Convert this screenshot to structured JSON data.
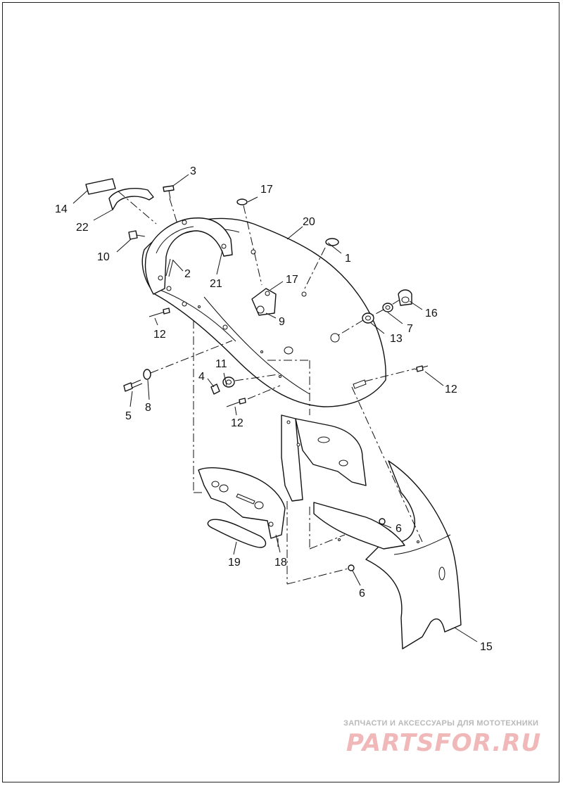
{
  "diagram": {
    "callouts": [
      {
        "id": "c1",
        "label": "1"
      },
      {
        "id": "c2",
        "label": "2"
      },
      {
        "id": "c3",
        "label": "3"
      },
      {
        "id": "c4",
        "label": "4"
      },
      {
        "id": "c5",
        "label": "5"
      },
      {
        "id": "c6a",
        "label": "6"
      },
      {
        "id": "c6b",
        "label": "6"
      },
      {
        "id": "c7",
        "label": "7"
      },
      {
        "id": "c8",
        "label": "8"
      },
      {
        "id": "c9",
        "label": "9"
      },
      {
        "id": "c10",
        "label": "10"
      },
      {
        "id": "c11",
        "label": "11"
      },
      {
        "id": "c12a",
        "label": "12"
      },
      {
        "id": "c12b",
        "label": "12"
      },
      {
        "id": "c12c",
        "label": "12"
      },
      {
        "id": "c13",
        "label": "13"
      },
      {
        "id": "c14",
        "label": "14"
      },
      {
        "id": "c15",
        "label": "15"
      },
      {
        "id": "c16",
        "label": "16"
      },
      {
        "id": "c17a",
        "label": "17"
      },
      {
        "id": "c17b",
        "label": "17"
      },
      {
        "id": "c18",
        "label": "18"
      },
      {
        "id": "c19",
        "label": "19"
      },
      {
        "id": "c20",
        "label": "20"
      },
      {
        "id": "c21",
        "label": "21"
      },
      {
        "id": "c22",
        "label": "22"
      }
    ]
  },
  "watermark": {
    "caption": "ЗАПЧАСТИ И АКСЕССУАРЫ ДЛЯ МОТОТЕХНИКИ",
    "logo_text": "PARTSFOR.RU",
    "color": "#f0b8b8"
  }
}
